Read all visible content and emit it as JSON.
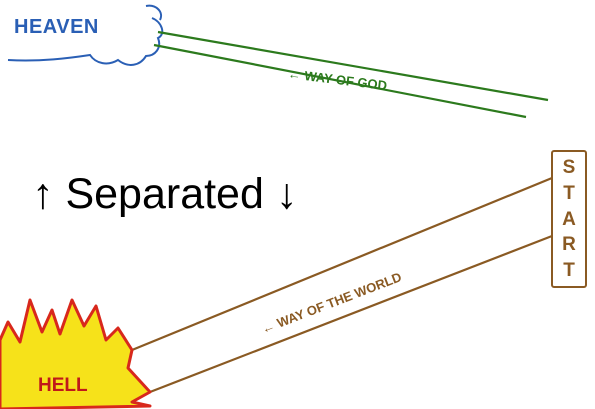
{
  "heaven": {
    "label": "HEAVEN",
    "color": "#2a5fb5"
  },
  "hell": {
    "label": "HELL",
    "color": "#c0191a",
    "fill": "#f6e21a"
  },
  "caption": "↑ Separated ↓",
  "start_letters": [
    "S",
    "T",
    "A",
    "R",
    "T"
  ],
  "way_of_god": {
    "label": "← WAY OF GOD",
    "color": "#2c7a1d"
  },
  "way_of_the_world": {
    "label": "← WAY OF THE WORLD",
    "color": "#8a5a23"
  }
}
